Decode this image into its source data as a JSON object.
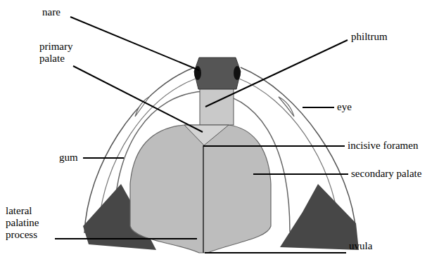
{
  "diagram": {
    "labels": [
      "nare",
      "primary palate",
      "gum",
      "lateral palatine process",
      "philtrum",
      "eye",
      "incisive foramen",
      "secondary palate",
      "uvula"
    ]
  }
}
